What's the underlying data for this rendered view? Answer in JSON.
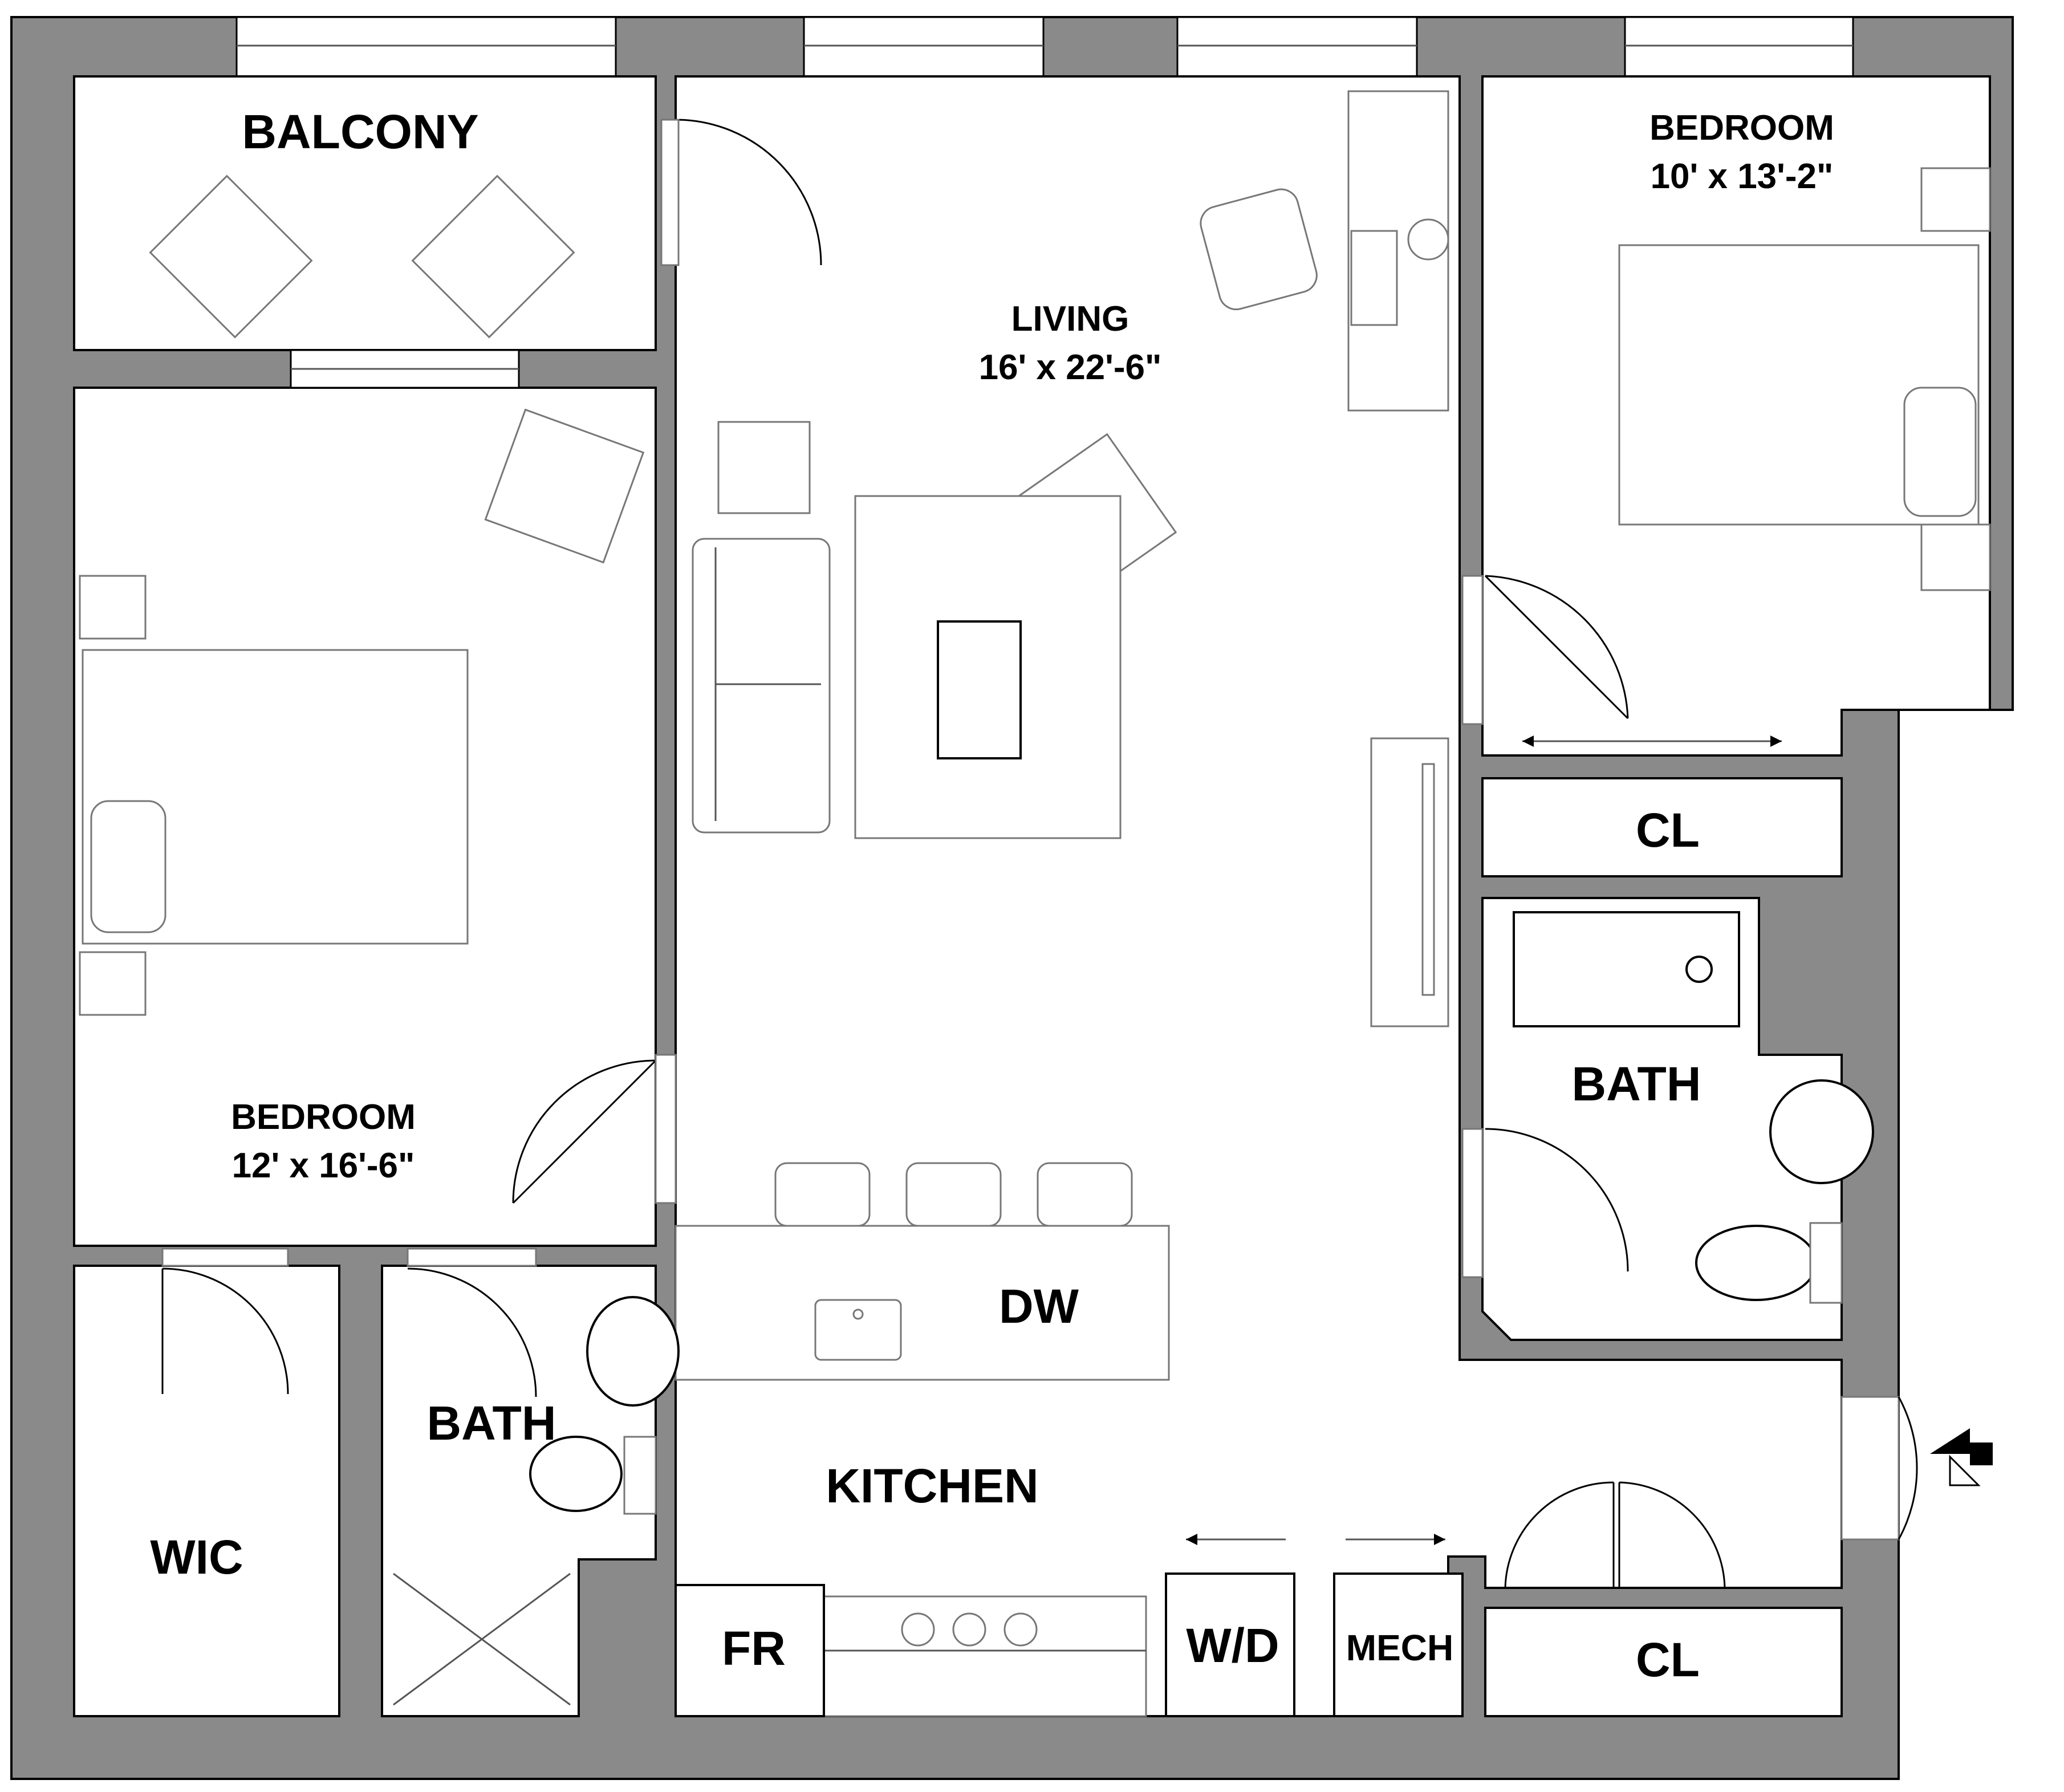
{
  "rooms": {
    "balcony": {
      "name": "BALCONY"
    },
    "living": {
      "name": "LIVING",
      "size": "16' x 22'-6\""
    },
    "bedroom_right": {
      "name": "BEDROOM",
      "size": "10' x 13'-2\""
    },
    "bedroom_left": {
      "name": "BEDROOM",
      "size": "12' x 16'-6\""
    },
    "closet_right": {
      "name": "CL"
    },
    "bath_right": {
      "name": "BATH"
    },
    "dishwasher": {
      "name": "DW"
    },
    "kitchen": {
      "name": "KITCHEN"
    },
    "bath_left": {
      "name": "BATH"
    },
    "walk_in_closet": {
      "name": "WIC"
    },
    "fridge": {
      "name": "FR"
    },
    "washer_dryer": {
      "name": "W/D"
    },
    "mechanical": {
      "name": "MECH"
    },
    "closet_entry": {
      "name": "CL"
    }
  },
  "colors": {
    "wall": "#8a8a8a",
    "line": "#000000",
    "furniture": "#777777"
  },
  "icons": {
    "entry": "entry-arrow-icon",
    "door": "door-swing-icon",
    "window": "window-icon"
  }
}
